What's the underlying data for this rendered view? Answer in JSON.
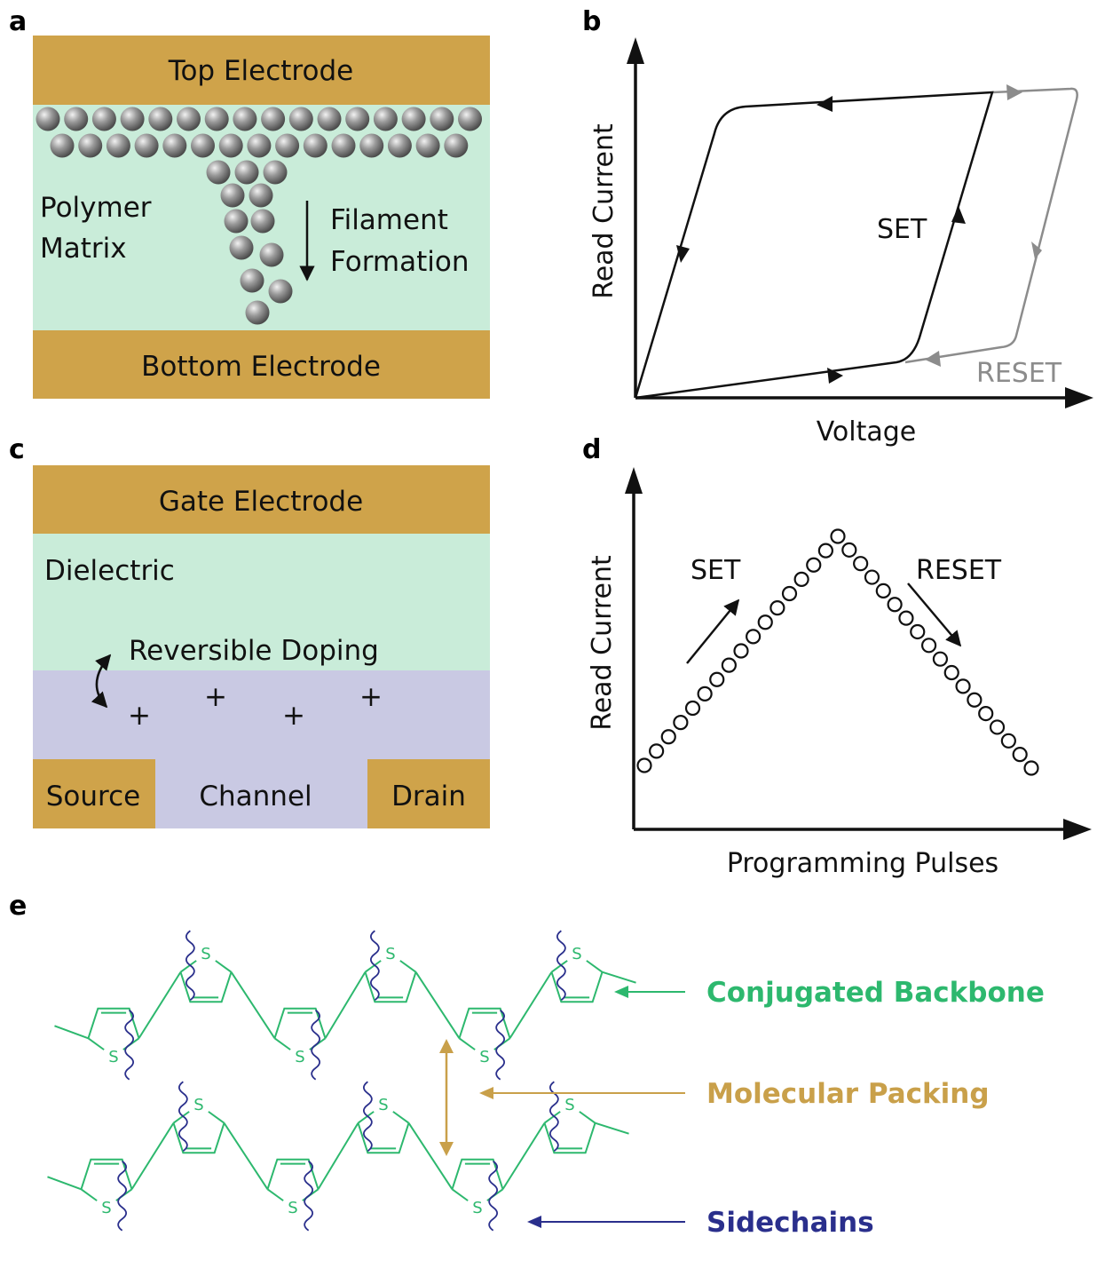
{
  "panel_labels": [
    "a",
    "b",
    "c",
    "d",
    "e"
  ],
  "colors": {
    "electrode": "#cfa34a",
    "matrix": "#c9ecd9",
    "channel": "#c9c9e3",
    "particle": "#8a8a8a",
    "backbone": "#2db86e",
    "packing": "#c9a04a",
    "sidechain": "#2a2f8c",
    "reset_curve": "#8c8c8c"
  },
  "panel_a": {
    "top_electrode": "Top Electrode",
    "bottom_electrode": "Bottom Electrode",
    "matrix_line1": "Polymer",
    "matrix_line2": "Matrix",
    "filament_line1": "Filament",
    "filament_line2": "Formation"
  },
  "panel_b": {
    "x_axis": "Voltage",
    "y_axis": "Read Current",
    "set_label": "SET",
    "reset_label": "RESET"
  },
  "panel_c": {
    "gate": "Gate Electrode",
    "dielectric": "Dielectric",
    "doping": "Reversible Doping",
    "charge_symbol": "+",
    "source": "Source",
    "channel": "Channel",
    "drain": "Drain"
  },
  "panel_d": {
    "x_axis": "Programming Pulses",
    "y_axis": "Read Current",
    "set_label": "SET",
    "reset_label": "RESET",
    "set_pulse_count": 17,
    "reset_pulse_count": 17
  },
  "panel_e": {
    "sulfur": "S",
    "backbone_label": "Conjugated Backbone",
    "packing_label": "Molecular Packing",
    "sidechain_label": "Sidechains"
  }
}
